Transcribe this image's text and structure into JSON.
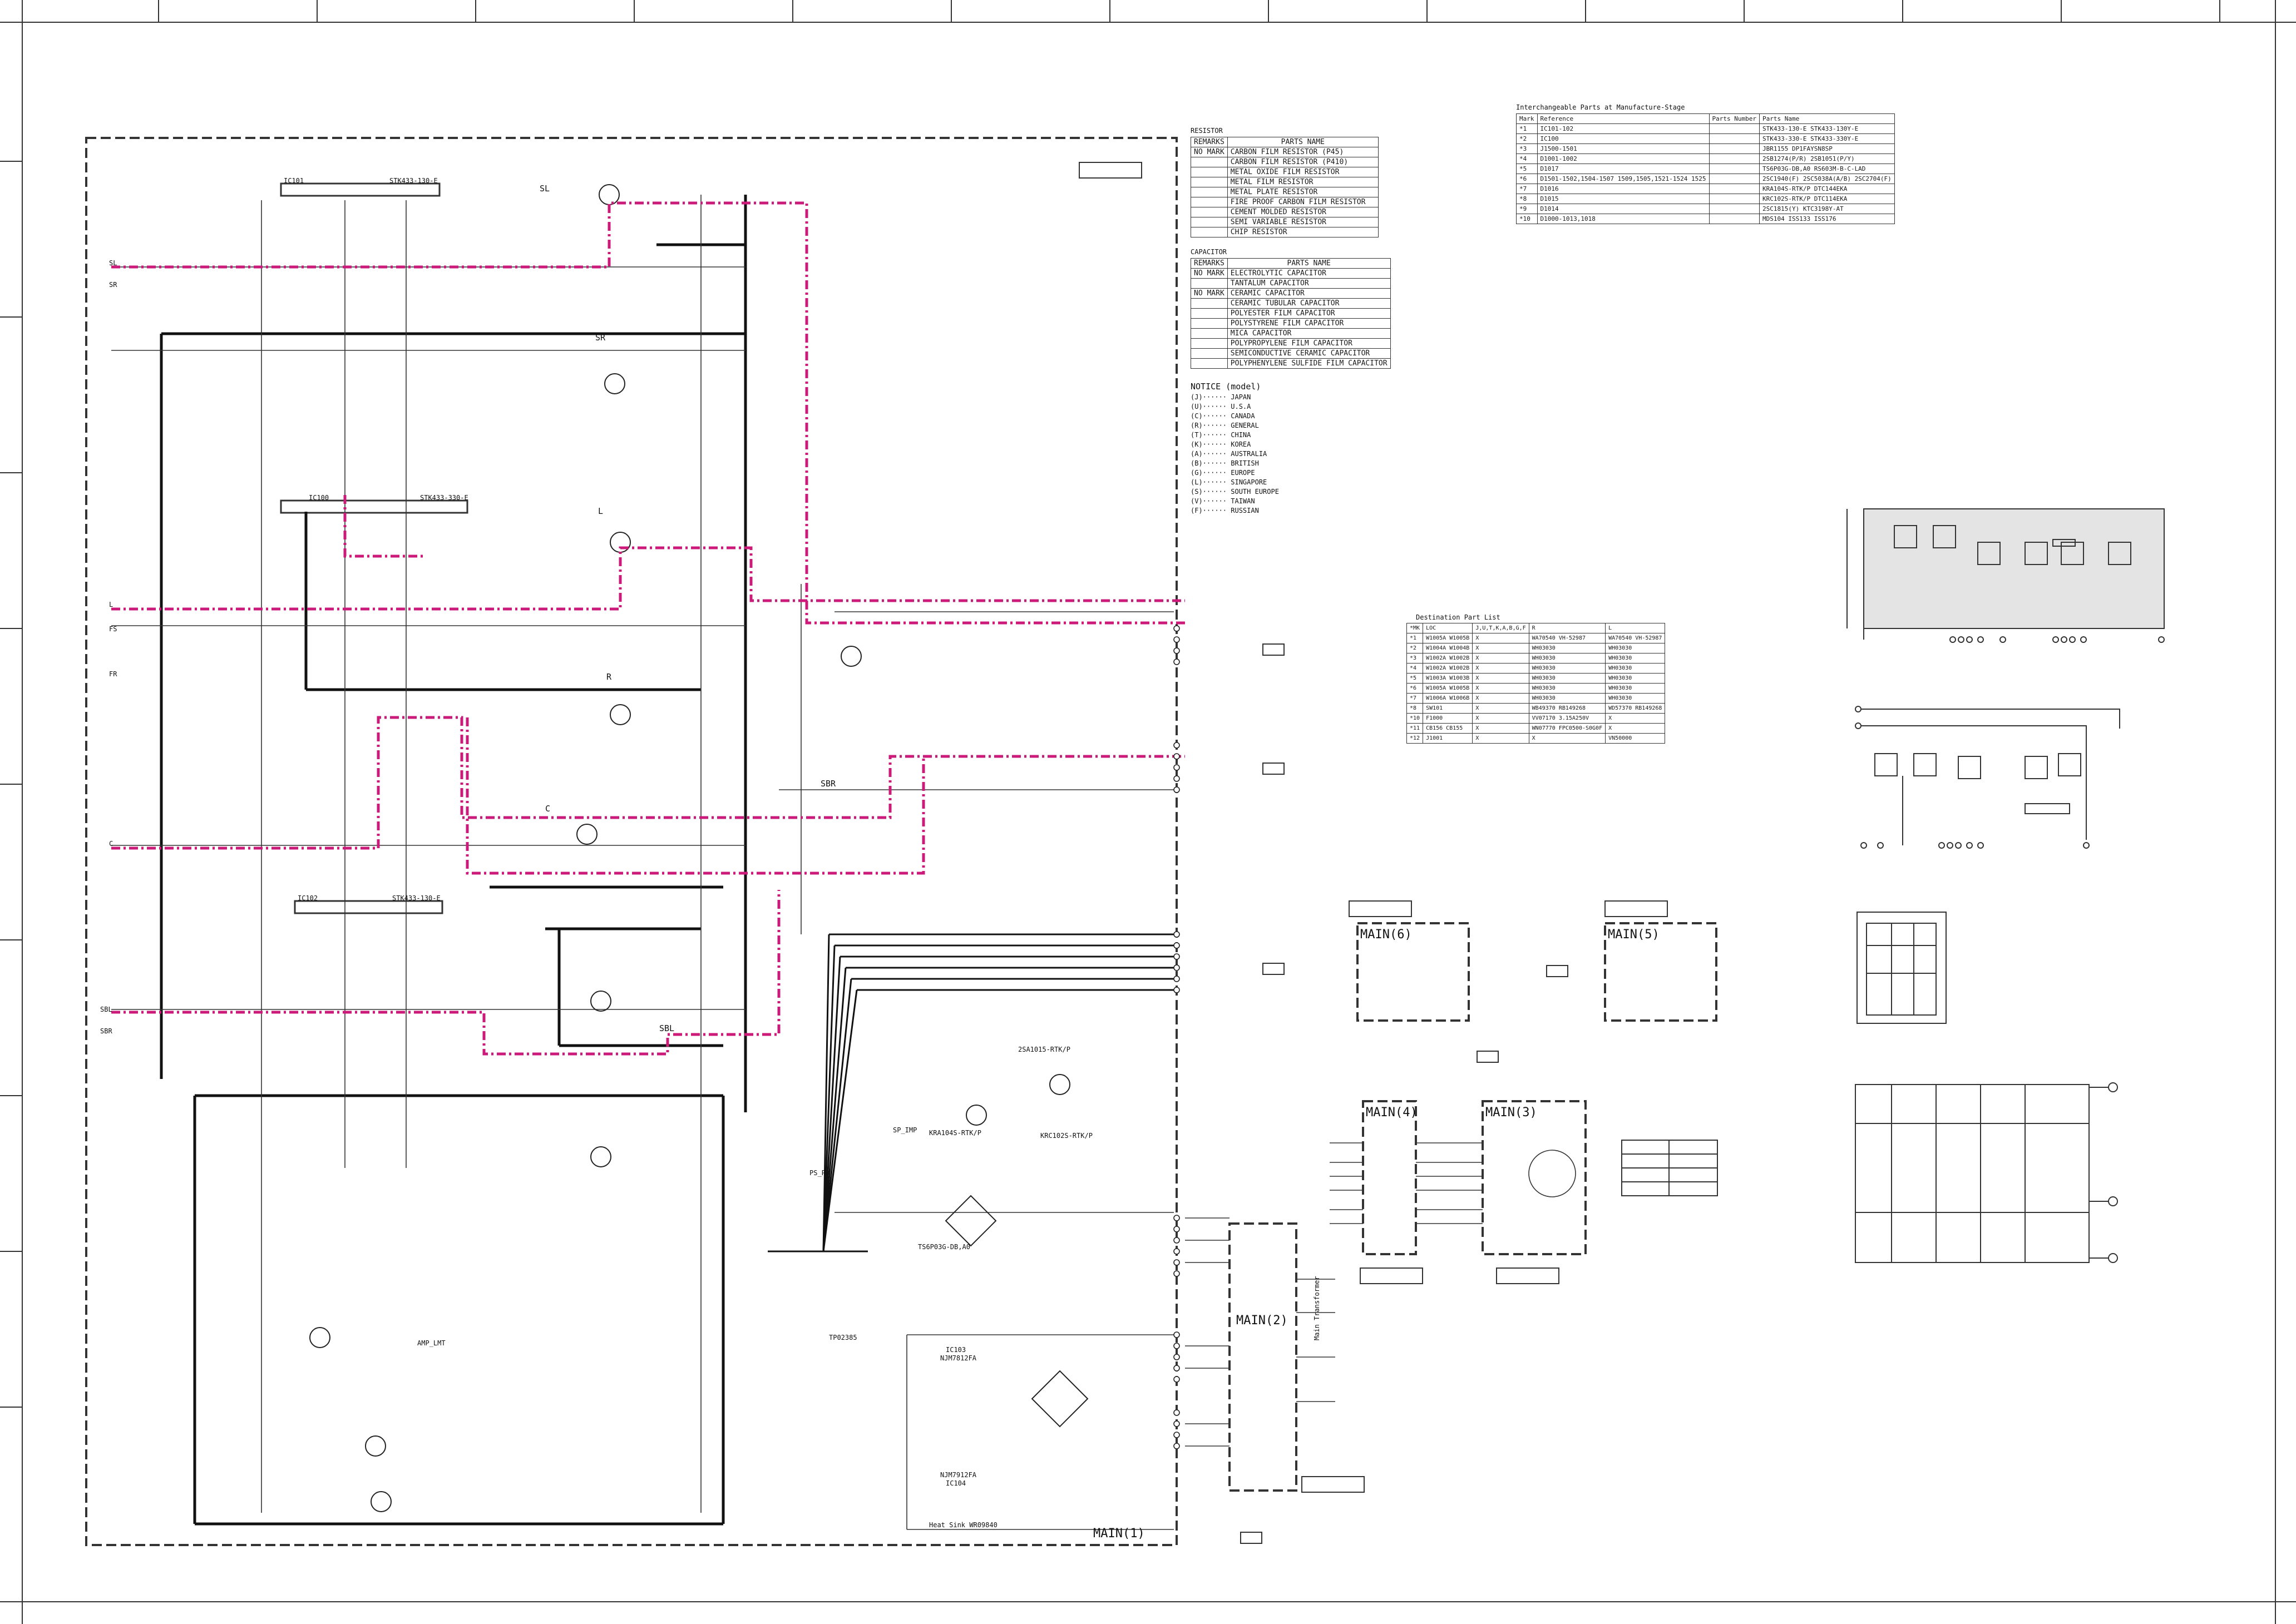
{
  "page": {
    "background": "#ffffff",
    "trace_color": "#333333",
    "signal_color": "#cc1a7a"
  },
  "blocks": {
    "main1": "MAIN(1)",
    "main2": "MAIN(2)",
    "main3": "MAIN(3)",
    "main4": "MAIN(4)",
    "main5": "MAIN(5)",
    "main6": "MAIN(6)"
  },
  "ic_labels": {
    "ic101": "IC101",
    "ic101_part": "STK433-130-E",
    "ic100": "IC100",
    "ic100_part": "STK433-330-E",
    "ic102": "IC102",
    "ic102_part": "STK433-130-E",
    "ic103": "IC103",
    "ic103_part": "NJM7812FA",
    "ic104": "IC104",
    "ic104_part": "NJM7912FA",
    "heat_sink": "Heat Sink WR09840",
    "transformer": "Main Transformer"
  },
  "signal_labels": [
    "SL",
    "SR",
    "L",
    "R",
    "C",
    "SBL",
    "SBR"
  ],
  "input_pins": [
    "SL",
    "SR",
    "L",
    "FS",
    "FR",
    "C",
    "SBL",
    "SBR"
  ],
  "resistor_table": {
    "title": "RESISTOR",
    "header": [
      "REMARKS",
      "PARTS NAME"
    ],
    "rows": [
      [
        "NO MARK",
        "CARBON FILM RESISTOR (P45)"
      ],
      [
        "",
        "CARBON FILM RESISTOR (P410)"
      ],
      [
        "",
        "METAL OXIDE FILM RESISTOR"
      ],
      [
        "",
        "METAL FILM RESISTOR"
      ],
      [
        "",
        "METAL PLATE RESISTOR"
      ],
      [
        "",
        "FIRE PROOF CARBON FILM RESISTOR"
      ],
      [
        "",
        "CEMENT MOLDED RESISTOR"
      ],
      [
        "",
        "SEMI VARIABLE RESISTOR"
      ],
      [
        "",
        "CHIP RESISTOR"
      ]
    ]
  },
  "capacitor_table": {
    "title": "CAPACITOR",
    "header": [
      "REMARKS",
      "PARTS NAME"
    ],
    "rows": [
      [
        "NO MARK",
        "ELECTROLYTIC CAPACITOR"
      ],
      [
        "",
        "TANTALUM CAPACITOR"
      ],
      [
        "NO MARK",
        "CERAMIC CAPACITOR"
      ],
      [
        "",
        "CERAMIC TUBULAR CAPACITOR"
      ],
      [
        "",
        "POLYESTER FILM CAPACITOR"
      ],
      [
        "",
        "POLYSTYRENE FILM CAPACITOR"
      ],
      [
        "",
        "MICA CAPACITOR"
      ],
      [
        "",
        "POLYPROPYLENE FILM CAPACITOR"
      ],
      [
        "",
        "SEMICONDUCTIVE CERAMIC CAPACITOR"
      ],
      [
        "",
        "POLYPHENYLENE SULFIDE FILM CAPACITOR"
      ]
    ]
  },
  "notice": {
    "title": "NOTICE (model)",
    "lines": [
      "(J)······ JAPAN",
      "(U)······ U.S.A",
      "(C)······ CANADA",
      "(R)······ GENERAL",
      "(T)······ CHINA",
      "(K)······ KOREA",
      "(A)······ AUSTRALIA",
      "(B)······ BRITISH",
      "(G)······ EUROPE",
      "(L)······ SINGAPORE",
      "(S)······ SOUTH EUROPE",
      "(V)······ TAIWAN",
      "(F)······ RUSSIAN"
    ]
  },
  "interchangeable": {
    "title": "Interchangeable Parts at Manufacture-Stage",
    "header": [
      "Mark",
      "Reference",
      "Parts Number",
      "Parts Name"
    ],
    "rows": [
      [
        "*1",
        "IC101-102",
        "",
        "STK433-130-E STK433-130Y-E"
      ],
      [
        "*2",
        "IC100",
        "",
        "STK433-330-E STK433-330Y-E"
      ],
      [
        "*3",
        "J1500-1501",
        "",
        "JBR1155 DP1FAYSN8SP"
      ],
      [
        "*4",
        "D1001-1002",
        "",
        "2SB1274(P/R) 2SB1051(P/Y)"
      ],
      [
        "*5",
        "D1017",
        "",
        "TS6P03G-DB,A0 RS603M-B-C-LAD"
      ],
      [
        "*6",
        "D1501-1502,1504-1507 1509,1505,1521-1524 1525",
        "",
        "2SC1940(F) 2SC5038A(A/B) 2SC2704(F)"
      ],
      [
        "*7",
        "D1016",
        "",
        "KRA104S-RTK/P DTC144EKA"
      ],
      [
        "*8",
        "D1015",
        "",
        "KRC102S-RTK/P DTC114EKA"
      ],
      [
        "*9",
        "D1014",
        "",
        "2SC1815(Y) KTC3198Y-AT"
      ],
      [
        "*10",
        "D1000-1013,1018",
        "",
        "MDS104 ISS133 ISS176"
      ]
    ]
  },
  "destination": {
    "title": "Destination Part List",
    "header": [
      "*MK",
      "LOC",
      "J,U,T,K,A,B,G,F",
      "R",
      "L"
    ],
    "rows": [
      [
        "*1",
        "W1005A W1005B",
        "X",
        "WA70540 VH-52987",
        "WA70540 VH-52987"
      ],
      [
        "*2",
        "W1004A W1004B",
        "X",
        "WH03030",
        "WH03030"
      ],
      [
        "*3",
        "W1002A W1002B",
        "X",
        "WH03030",
        "WH03030"
      ],
      [
        "*4",
        "W1002A W1002B",
        "X",
        "WH03030",
        "WH03030"
      ],
      [
        "*5",
        "W1003A W1003B",
        "X",
        "WH03030",
        "WH03030"
      ],
      [
        "*6",
        "W1005A W1005B",
        "X",
        "WH03030",
        "WH03030"
      ],
      [
        "*7",
        "W1006A W1006B",
        "X",
        "WH03030",
        "WH03030"
      ],
      [
        "*8",
        "SW101",
        "X",
        "WB49370 RB149268",
        "WD57370 RB149268"
      ],
      [
        "*10",
        "F1000",
        "X",
        "VV07170 3.15A250V",
        "X"
      ],
      [
        "*11",
        "CB156 CB155",
        "X",
        "WN07770 FPC0500-S0G0F",
        "X"
      ],
      [
        "*12",
        "J1001",
        "X",
        "X",
        "VN50000"
      ]
    ]
  },
  "components": {
    "q_top": "2SA1015-RTK/P",
    "q_mid": "KRA104S-RTK/P",
    "q_low": "KRC102S-RTK/P",
    "bridge": "TS6P03G-DB,A0",
    "amp_lmt": "AMP_LMT",
    "sp_imp": "SP_IMP",
    "ps_pr": "PS_PR",
    "tp": "TP02385"
  }
}
